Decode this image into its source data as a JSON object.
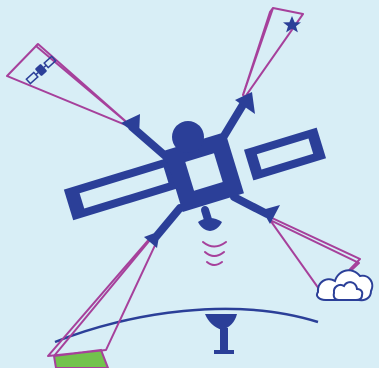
{
  "colors": {
    "background": "#d8eef6",
    "satellite_body": "#2b3f98",
    "sensor_cone": "#a6409b",
    "earth_horizon": "#2b3f98",
    "ground_patch": "#72c24d",
    "cloud": "#2b3f98"
  },
  "icons": [
    "satellite-icon",
    "star-icon",
    "cloud-icon",
    "ground-antenna-icon",
    "signal-waves-icon"
  ],
  "scene": {
    "main_object": "satellite",
    "sensor_count": 4,
    "targets": [
      "satellite-target",
      "star-target",
      "cloud-target",
      "ground-target"
    ]
  }
}
